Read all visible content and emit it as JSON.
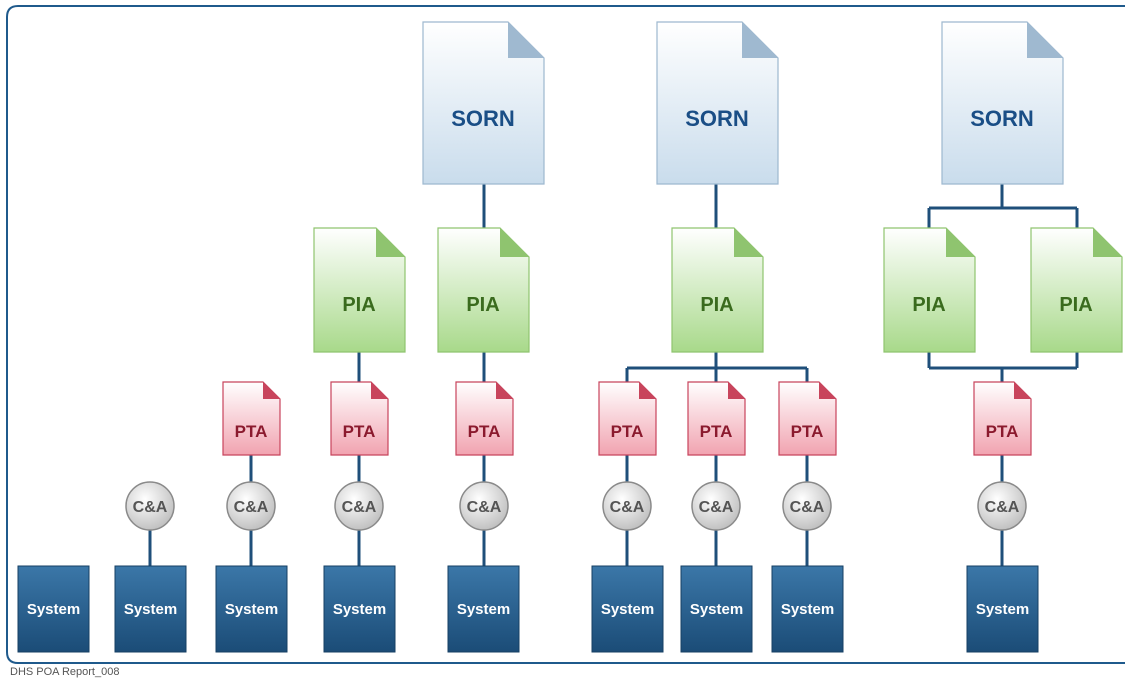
{
  "caption": "DHS POA Report_008",
  "labels": {
    "sorn": "SORN",
    "pia": "PIA",
    "pta": "PTA",
    "ca": "C&A",
    "system": "System"
  },
  "colors": {
    "frame": "#1f5a8c",
    "connector": "#1f4f7a",
    "sorn_text": "#1a4e86",
    "pia_text": "#3a6b1e",
    "pta_text": "#8b1a2e",
    "ca_text": "#555555",
    "system_text": "#ffffff"
  },
  "groups": [
    {
      "id": "g1",
      "systems": 1,
      "ca": false,
      "pta": false,
      "pias": 0,
      "sorn": false
    },
    {
      "id": "g2",
      "systems": 1,
      "ca": true,
      "pta": false,
      "pias": 0,
      "sorn": false
    },
    {
      "id": "g3",
      "systems": 1,
      "ca": true,
      "pta": true,
      "pias": 0,
      "sorn": false
    },
    {
      "id": "g4",
      "systems": 1,
      "ca": true,
      "pta": true,
      "pias": 1,
      "sorn": false
    },
    {
      "id": "g5",
      "systems": 1,
      "ca": true,
      "pta": true,
      "pias": 1,
      "sorn": true
    },
    {
      "id": "g6",
      "systems": 3,
      "ca": true,
      "pta": true,
      "pias": 1,
      "sorn": true
    },
    {
      "id": "g7",
      "systems": 1,
      "ca": true,
      "pta": true,
      "pias": 2,
      "sorn": true
    }
  ]
}
